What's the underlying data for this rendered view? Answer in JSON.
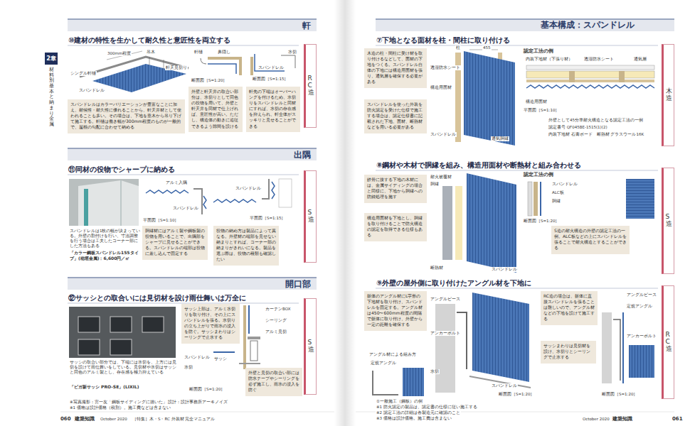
{
  "diagram": {
    "title": "基本構成：スパンドレル",
    "nodes": [
      {
        "text": [
          "軒"
        ]
      },
      {
        "text": [
          "2章",
          "材料別 基本と納まり 金属"
        ]
      },
      {
        "text": [
          "スパンドレルはカラーバリエーションが豊富なことに加え、耐候性・耐久性に優れることから、軒天井材として使われることも多い。その場合は、下地を垂木から吊り下げて施工する。軒樋は働き幅が300mm程度のものが一般的で、屋根の勾配に合わせて納める"
        ]
      },
      {
        "text": [
          "外壁と軒天井の取合い部分は、水切りとして同色の役物を用いて、外壁と軒天井を同材で仕上げれば、意匠性が高い。ただし、構造体の動きに追従できるよう隙間を設ける"
        ]
      },
      {
        "text": [
          "軒先の下端はオーバーハングを付けるため、水切りをスパンドレルと同材にすれば、水切の存在感を抑えられ、軒全体がスッキリと見せることができる"
        ]
      },
      {
        "text": [
          "RC造"
        ]
      },
      {
        "text": [
          "出隅"
        ]
      },
      {
        "text": [
          "胴縁材にはアルミ製や鋼板製の役物を用いることで、出隅部をシャープに見せることができる。スパンドレルの端部は役物に差し込んで固定する"
        ]
      },
      {
        "text": [
          "役物の納め方は製品によって異なる。外壁材の端部を見せない納まりとすれば、コーナー部の納まりがきれいになる。製品を選ぶ際は、役物の種類も確認したい"
        ]
      },
      {
        "text": [
          "S造"
        ]
      },
      {
        "text": [
          "開口部"
        ]
      },
      {
        "text": [
          "サッシ上部は、アルミ水切りを取り付け、その上にスパンドレルを張る。水切りの立ち上がりで雨水の浸入を防ぐ。サッシまわりはシーリングで止水する"
        ]
      },
      {
        "text": [
          "外壁と見切の取合い部には防水テープやシーリングを必ず施工し、雨水の浸入を防ぐ"
        ]
      },
      {
        "text": [
          "S造"
        ]
      },
      {
        "text": [
          "木造の柱・間柱に受け材を取り付けるなどして、面材の下地をつくる。スパンドレル自体の下地には構造用面材を張り、通気層を確保する必要がある"
        ]
      },
      {
        "text": [
          "スパンドレルを使った外装を防火認定を受けた仕様で施工する場合は、認定仕様書に記載された下地、面材、断熱材などを用いる必要がある"
        ]
      },
      {
        "text": [
          "木造"
        ]
      },
      {
        "text": [
          "鉄骨に接する下地の木材には、金属サイディングの場合と同様に、下地から胴縁への防錆処理を施す"
        ]
      },
      {
        "text": [
          "構造用面材を下地とし、胴縁を取り付けることで防火構造の認定を取得できる仕様もある"
        ]
      },
      {
        "text": [
          "S造の耐火構造の外壁の認定工法の一例。ALC板などの上にスパンドレルを張ることで耐火構造とすることができる"
        ]
      },
      {
        "text": [
          "S造"
        ]
      },
      {
        "text": [
          "躯体のアングル材にL字形の下地材を取り付け、スパンドレルを固定する。アングル材は450〜600mm程度の間隔で躯体に取り付け、外壁から一定の距離を確保する"
        ]
      },
      {
        "text": [
          "RC造の場合は、躯体に直接スパンドレルを張ることは難しいので、アングル材などの下地を設けて施工する"
        ]
      },
      {
        "text": [
          "サッシまわりは見切材を設け、水切りとシーリングで止水する"
        ]
      },
      {
        "text": [
          "RC造"
        ]
      }
    ],
    "labels": [
      "⑩建材の特性を生かして耐久性と意匠性を両立する",
      "シングル軒樋",
      "300mm程度",
      "吊木",
      "スパンドレル",
      "軒天見切り",
      "軒樋",
      "鼻隠し",
      "断面図［S=1:20］",
      "スパンドレル",
      "水切",
      "断面図［S=1:15］",
      "⑪同材の役物でシャープに納める",
      "スパンドレルは1枚の幅が決まっている。外壁の割付けを行い、寸法調整を行う場合は工夫したコーナー部にした方法もある",
      "「カラー鋼板スパンドレル155タイプ」(稲垣金属)：6,600円／㎡",
      "アルミ入隅",
      "スパンドレル",
      "平面図［S=1:10］",
      "スパンドレル",
      "平面図［S=1:15］",
      "⑫サッシとの取合いには見切材を設け雨仕舞いは万全に",
      "サッシの取合い部分では、下端には水切を、上方には見切を設けて雨仕舞いをしている。見切材や水切はサッシと同色のアルミ製とし、存在感を極力抑えている",
      "「ビガ新サッシ PRO-SE」(LIXIL)",
      "カーテンBOX",
      "シーリング",
      "アルミ見切",
      "スパンドレル",
      "水切",
      "サッシ",
      "断面図［S=1:20］",
      "※写真撮影：宮一友「鋼板サイディングに描いた」 設計：設計事務所アーキノイズ",
      "※1 価格は設計価格（税別）。施工費などは含まない",
      "060",
      "建築知識",
      "October 2020",
      "［特集］木・S・RC 外装材 完全マニュアル",
      "⑦下地となる面材を柱・間柱に取り付ける",
      "柱",
      "455",
      "透湿防水シート",
      "構造用面材",
      "スパンドレル",
      "通気胴縁",
      "認定工法の例",
      "内装下地材（下張り材）",
      "透湿防水シート",
      "通気層",
      "構造用面材",
      "平面図［S=1:10］",
      "外壁として45分準耐火構造となる認定工法の一例",
      "認定番号 QF045BE-1515(1)(2)",
      "内装下地材 石膏ボード　断熱材 グラスウール16K",
      "⑧鋼材や木材で胴縁を組み、構造用面材や断熱材と組み合わせる",
      "耐火被覆材",
      "胴縁",
      "断熱材",
      "スパンドレル",
      "認定工法の例",
      "スパンドレル",
      "ALC板",
      "胴縁",
      "断面図［S=1:20］",
      "⑨外壁の屋外側に取り付けたアングル材を下地に",
      "アングル材による組み方",
      "定規アングル",
      "アングルピース",
      "アンカーボルト",
      "水切",
      "スパンドレル",
      "断面図［S=1:20］",
      "アングルピース",
      "定規アングル",
      "アンカーボルト",
      "断面図［S=1:20］",
      "①一般施工（鋼板）の例",
      "※1 防火認定の製品は、認定書の仕様に従い施工する",
      "※2 認定工法の詳細は各製造元に確認のこと",
      "※3 価格は設計価格。施工費は含まない",
      "October 2020",
      "建築知識",
      "061"
    ]
  }
}
